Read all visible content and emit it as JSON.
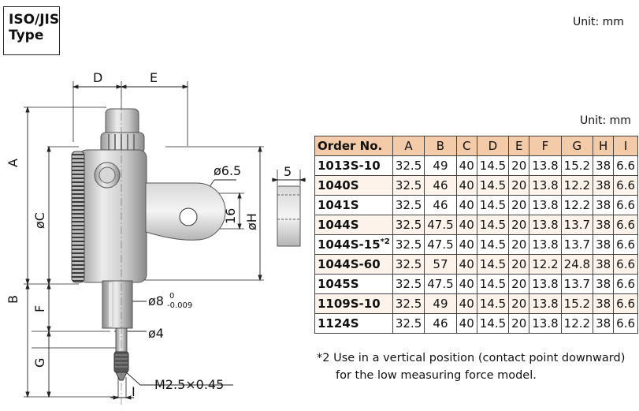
{
  "type_label": {
    "line1": "ISO/JIS",
    "line2": "Type"
  },
  "unit_top": "Unit: mm",
  "unit_table": "Unit: mm",
  "drawing": {
    "labels": {
      "D": "D",
      "E": "E",
      "A": "A",
      "B": "B",
      "C": "øC",
      "F": "F",
      "G": "G",
      "H": "øH",
      "I": "I",
      "d65": "ø6.5",
      "five": "5",
      "sixteen": "16",
      "d8": "ø8",
      "d8_tol_upper": "0",
      "d8_tol_lower": "-0.009",
      "d4": "ø4",
      "thread": "M2.5×0.45"
    }
  },
  "table": {
    "headers": [
      "Order No.",
      "A",
      "B",
      "C",
      "D",
      "E",
      "F",
      "G",
      "H",
      "I"
    ],
    "rows": [
      [
        "1013S-10",
        "32.5",
        "49",
        "40",
        "14.5",
        "20",
        "13.8",
        "15.2",
        "38",
        "6.6"
      ],
      [
        "1040S",
        "32.5",
        "46",
        "40",
        "14.5",
        "20",
        "13.8",
        "12.2",
        "38",
        "6.6"
      ],
      [
        "1041S",
        "32.5",
        "46",
        "40",
        "14.5",
        "20",
        "13.8",
        "12.2",
        "38",
        "6.6"
      ],
      [
        "1044S",
        "32.5",
        "47.5",
        "40",
        "14.5",
        "20",
        "13.8",
        "13.7",
        "38",
        "6.6"
      ],
      [
        "1044S-15*2",
        "32.5",
        "47.5",
        "40",
        "14.5",
        "20",
        "13.8",
        "13.7",
        "38",
        "6.6"
      ],
      [
        "1044S-60",
        "32.5",
        "57",
        "40",
        "14.5",
        "20",
        "12.2",
        "24.8",
        "38",
        "6.6"
      ],
      [
        "1045S",
        "32.5",
        "47.5",
        "40",
        "14.5",
        "20",
        "13.8",
        "13.7",
        "38",
        "6.6"
      ],
      [
        "1109S-10",
        "32.5",
        "49",
        "40",
        "14.5",
        "20",
        "13.8",
        "15.2",
        "38",
        "6.6"
      ],
      [
        "1124S",
        "32.5",
        "46",
        "40",
        "14.5",
        "20",
        "13.8",
        "12.2",
        "38",
        "6.6"
      ]
    ]
  },
  "note": {
    "line1": "*2 Use in a vertical position (contact point downward)",
    "line2": "for the low measuring force model."
  }
}
